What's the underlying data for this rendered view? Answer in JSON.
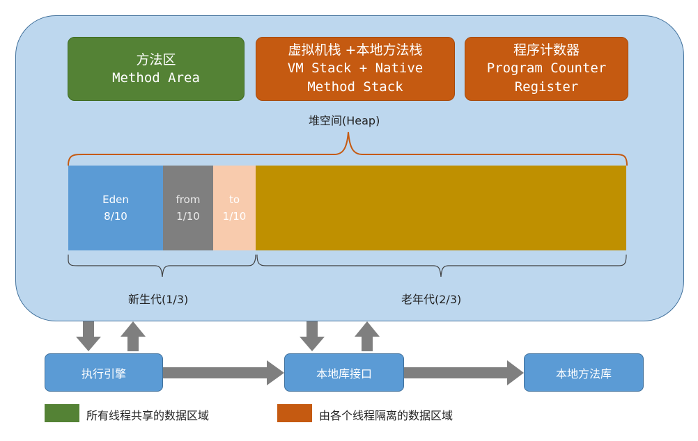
{
  "areas": {
    "method": {
      "cn": "方法区",
      "en": "Method Area"
    },
    "vm_stack": {
      "cn": "虚拟机栈 +本地方法栈",
      "en_line1": "VM Stack + Native",
      "en_line2": "Method Stack"
    },
    "pc": {
      "cn": "程序计数器",
      "en_line1": "Program Counter",
      "en_line2": "Register"
    }
  },
  "heap": {
    "label": "堆空间(Heap)",
    "eden": {
      "name": "Eden",
      "ratio": "8/10"
    },
    "from": {
      "name": "from",
      "ratio": "1/10"
    },
    "to": {
      "name": "to",
      "ratio": "1/10"
    },
    "young_label": "新生代(1/3)",
    "old_label": "老年代(2/3)"
  },
  "bottom": {
    "engine": "执行引擎",
    "native_interface": "本地库接口",
    "native_library": "本地方法库"
  },
  "legend": {
    "shared": "所有线程共享的数据区域",
    "isolated": "由各个线程隔离的数据区域"
  },
  "colors": {
    "panel": "#bdd7ee",
    "shared": "#548235",
    "isolated": "#c55a11",
    "eden": "#5b9bd5",
    "from": "#7f7f7f",
    "to": "#f8cbad",
    "old": "#bf9000",
    "bottom_box": "#5b9bd5",
    "arrow": "#7f7f7f"
  }
}
